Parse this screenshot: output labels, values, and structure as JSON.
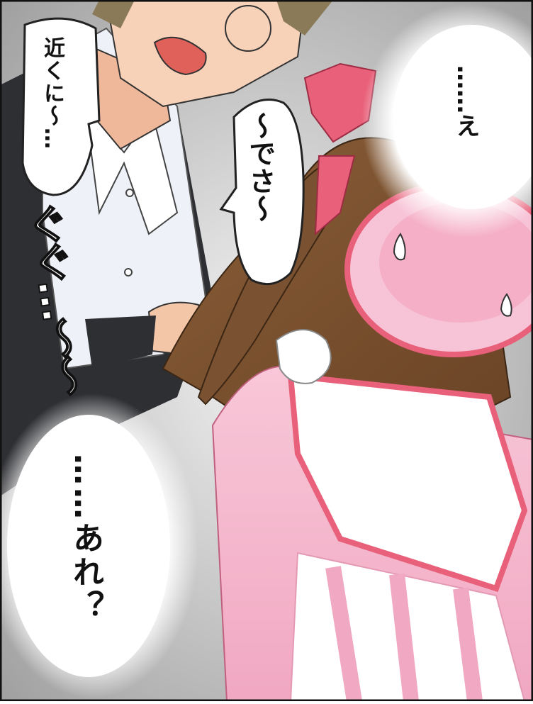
{
  "panel": {
    "dialogue": {
      "chikaku": "近くに〜…",
      "desa": "〜でさ〜",
      "e": "……え",
      "are": "……あれ？"
    },
    "sfx": {
      "gugu": "ぐぐ…〜〜"
    }
  },
  "colors": {
    "border": "#111111",
    "shirt": "#eef2f8",
    "jacket": "#2e2f33",
    "skin": "#f4c6a8",
    "hair_male": "#8a7a58",
    "hair_female": "#7a5232",
    "ribbon": "#e8607a",
    "dress_pink": "#f4b6cc",
    "apron_white": "#ffffff"
  }
}
